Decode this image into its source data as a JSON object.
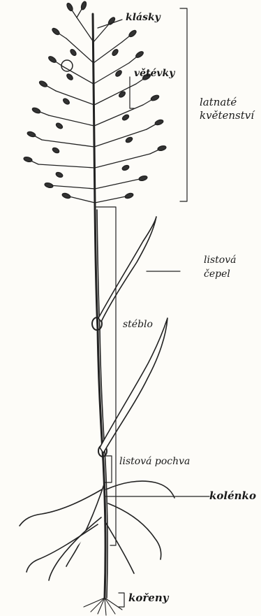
{
  "labels": {
    "klasky": "klásky",
    "vetevky": "větévky",
    "latnate": "latnaté",
    "kvetenstvi": "květenství",
    "listova": "listová",
    "cepel": "čepel",
    "steblo": "stéblo",
    "pochva": "listová pochva",
    "kolenko": "kolénko",
    "koreny": "kořeny"
  }
}
